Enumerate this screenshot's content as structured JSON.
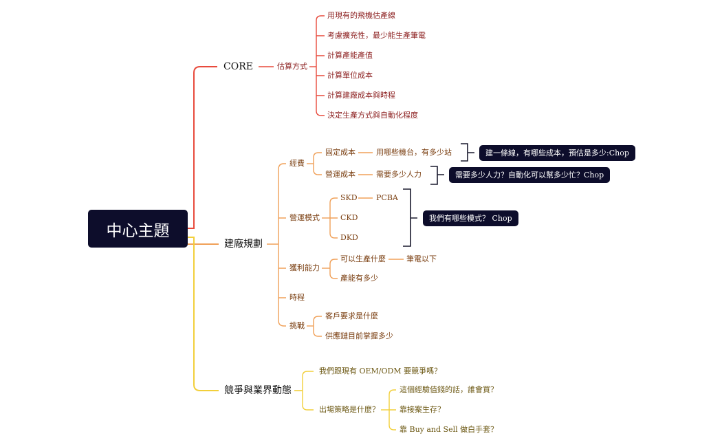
{
  "root": {
    "label": "中心主題"
  },
  "colors": {
    "red": "#e84a3c",
    "orange": "#f0a058",
    "yellow": "#f2cf3a",
    "callout_bg": "#0d0d2b",
    "bracket": "#1a1a2e"
  },
  "branches": {
    "core": {
      "label": "CORE",
      "estimate": {
        "label": "估算方式",
        "items": [
          "用現有的飛機估產線",
          "考慮擴充性，最少能生產筆電",
          "計算產能產值",
          "計算單位成本",
          "計算建廠成本與時程",
          "決定生產方式與自動化程度"
        ]
      }
    },
    "plan": {
      "label": "建廠規劃",
      "cost": {
        "label": "經費",
        "fixed": {
          "label": "固定成本",
          "detail": "用哪些機台，有多少站"
        },
        "operating": {
          "label": "營運成本",
          "detail": "需要多少人力"
        }
      },
      "mode": {
        "label": "營運模式",
        "skd": {
          "label": "SKD",
          "detail": "PCBA"
        },
        "ckd": "CKD",
        "dkd": "DKD"
      },
      "profit": {
        "label": "獲利能力",
        "produce": {
          "label": "可以生產什麼",
          "detail": "筆電以下"
        },
        "capacity": "產能有多少"
      },
      "schedule": "時程",
      "challenge": {
        "label": "挑戰",
        "items": [
          "客戶要求是什麼",
          "供應鏈目前掌握多少"
        ]
      }
    },
    "competition": {
      "label": "競爭與業界動態",
      "oem": "我們跟現有 OEM/ODM 要競爭嗎？",
      "strategy": {
        "label": "出場策略是什麼？",
        "items": [
          "這個經驗值錢的話，誰會買？",
          "靠接案生存？",
          "靠 Buy and Sell  做白手套？"
        ]
      }
    }
  },
  "callouts": {
    "fixed_cost": "建一條線，有哪些成本，預估是多少:Chop",
    "operating_cost": "需要多少人力？自動化可以幫多少忙？Chop",
    "modes": "我們有哪些模式？ Chop"
  }
}
